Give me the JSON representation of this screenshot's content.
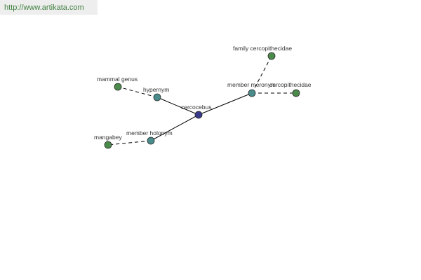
{
  "header": {
    "url": "http://www.artikata.com"
  },
  "colors": {
    "center": "#3a3a8c",
    "relation": "#4a8c8c",
    "leaf": "#4a8a4a",
    "edge": "#000000"
  },
  "graph": {
    "nodes": [
      {
        "id": "cercocebus",
        "label": "cercocebus",
        "kind": "center"
      },
      {
        "id": "hypernym",
        "label": "hypernym",
        "kind": "relation"
      },
      {
        "id": "member-meronym",
        "label": "member meronym",
        "kind": "relation"
      },
      {
        "id": "member-holonym",
        "label": "member holonym",
        "kind": "relation"
      },
      {
        "id": "mammal-genus",
        "label": "mammal genus",
        "kind": "leaf"
      },
      {
        "id": "family-cercopithecidae",
        "label": "family cercopithecidae",
        "kind": "leaf"
      },
      {
        "id": "cercopithecidae",
        "label": "cercopithecidae",
        "kind": "leaf"
      },
      {
        "id": "mangabey",
        "label": "mangabey",
        "kind": "leaf"
      }
    ],
    "edges": [
      {
        "from": "cercocebus",
        "to": "hypernym",
        "style": "solid"
      },
      {
        "from": "cercocebus",
        "to": "member-meronym",
        "style": "solid"
      },
      {
        "from": "cercocebus",
        "to": "member-holonym",
        "style": "solid"
      },
      {
        "from": "hypernym",
        "to": "mammal-genus",
        "style": "dashed"
      },
      {
        "from": "member-meronym",
        "to": "family-cercopithecidae",
        "style": "dashed"
      },
      {
        "from": "member-meronym",
        "to": "cercopithecidae",
        "style": "dashed"
      },
      {
        "from": "member-holonym",
        "to": "mangabey",
        "style": "dashed"
      }
    ]
  }
}
